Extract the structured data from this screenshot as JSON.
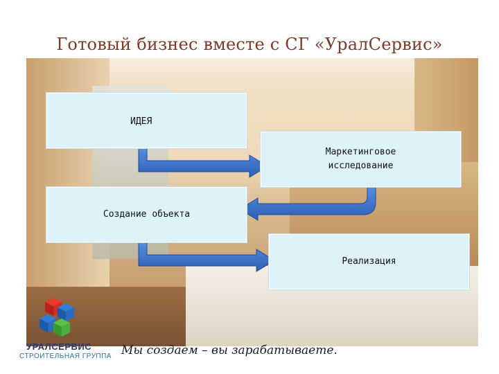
{
  "title": "Готовый бизнес вместе с СГ «УралСервис»",
  "steps": [
    {
      "label": "ИДЕЯ"
    },
    {
      "label": "Маркетинговое исследование"
    },
    {
      "label": "Создание объекта"
    },
    {
      "label": "Реализация"
    }
  ],
  "footer": {
    "brand": "УРАЛСЕРВИС",
    "brand_sub": "СТРОИТЕЛЬНАЯ ГРУППА",
    "slogan": "Мы создаем – вы зарабатываете."
  },
  "colors": {
    "title": "#7a3b2a",
    "box_fill": "#ddf3f9",
    "arrow": "#3a6fc7"
  },
  "icons": [
    "cubes-logo-icon",
    "arrow-right-icon",
    "arrow-left-icon"
  ]
}
